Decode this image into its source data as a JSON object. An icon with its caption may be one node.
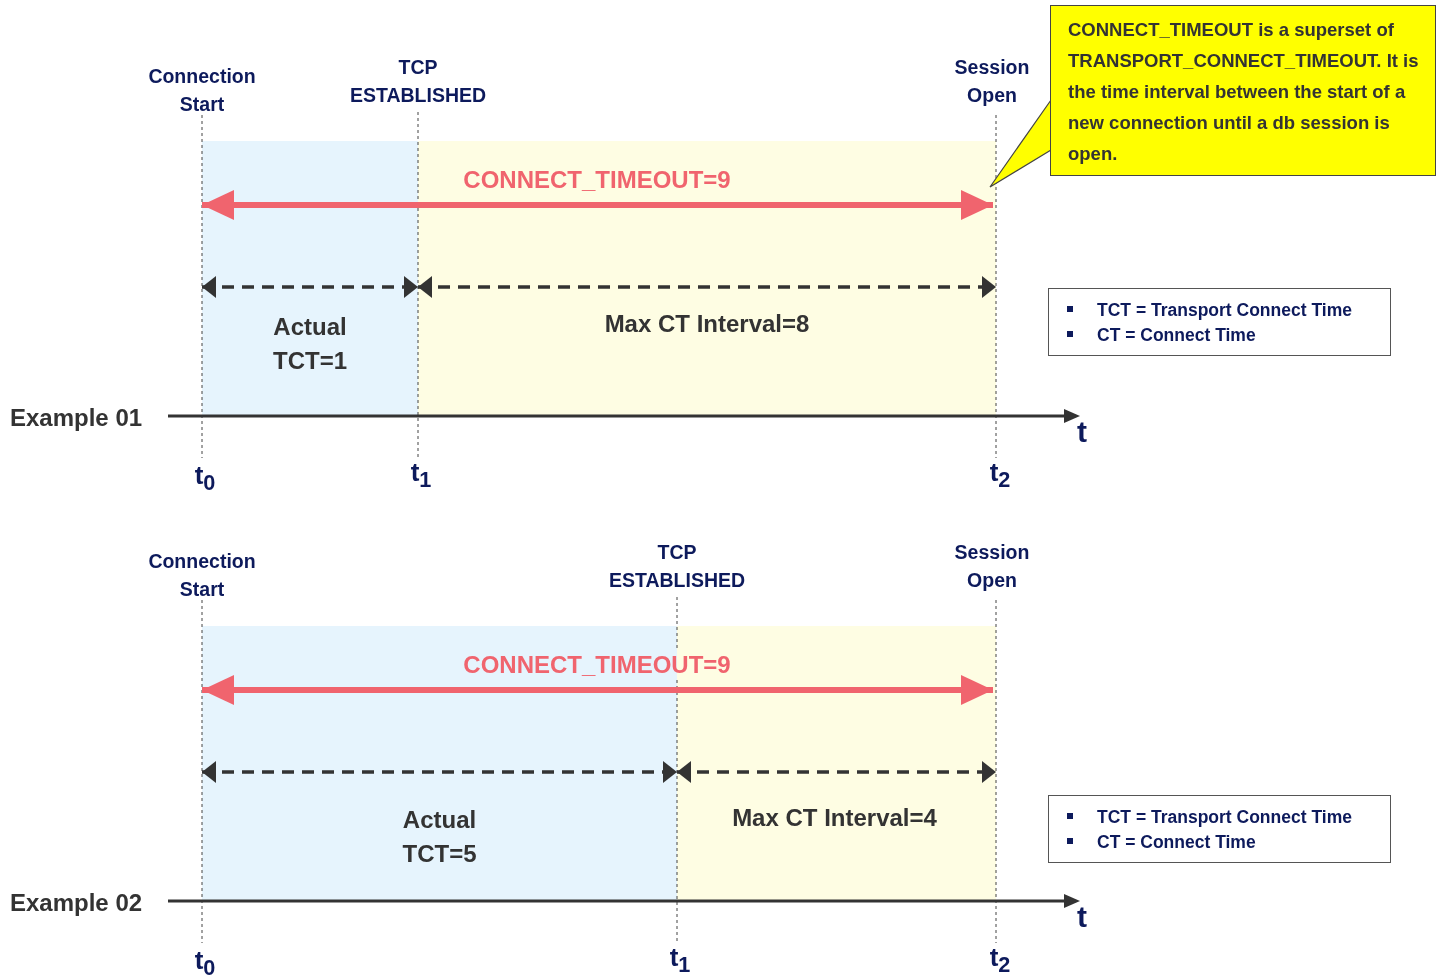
{
  "diagram": {
    "nodes": [
      {
        "text": [
          "CONNECT_TIMEOUT is a superset of TRANSPORT_CONNECT_TIMEOUT. It is the time interval between the start of a new connection until a db session is open."
        ]
      },
      {
        "text": [
          "TCT = Transport Connect Time",
          "CT = Connect Time"
        ]
      },
      {
        "text": [
          "TCT = Transport Connect Time",
          "CT = Connect Time"
        ]
      }
    ],
    "labels": [
      "Connection Start",
      "TCP ESTABLISHED",
      "Session Open",
      "CONNECT_TIMEOUT=9",
      "Actual TCT=1",
      "Max CT Interval=8",
      "Example 01",
      "t",
      "t$_{0}$",
      "t$_{1}$",
      "t$_{2}$",
      "Connection Start",
      "TCP ESTABLISHED",
      "Session Open",
      "CONNECT_TIMEOUT=9",
      "Actual TCT=5",
      "Max CT Interval=4",
      "Example 02",
      "t",
      "t$_{0}$",
      "t$_{1}$",
      "t$_{2}$"
    ]
  }
}
